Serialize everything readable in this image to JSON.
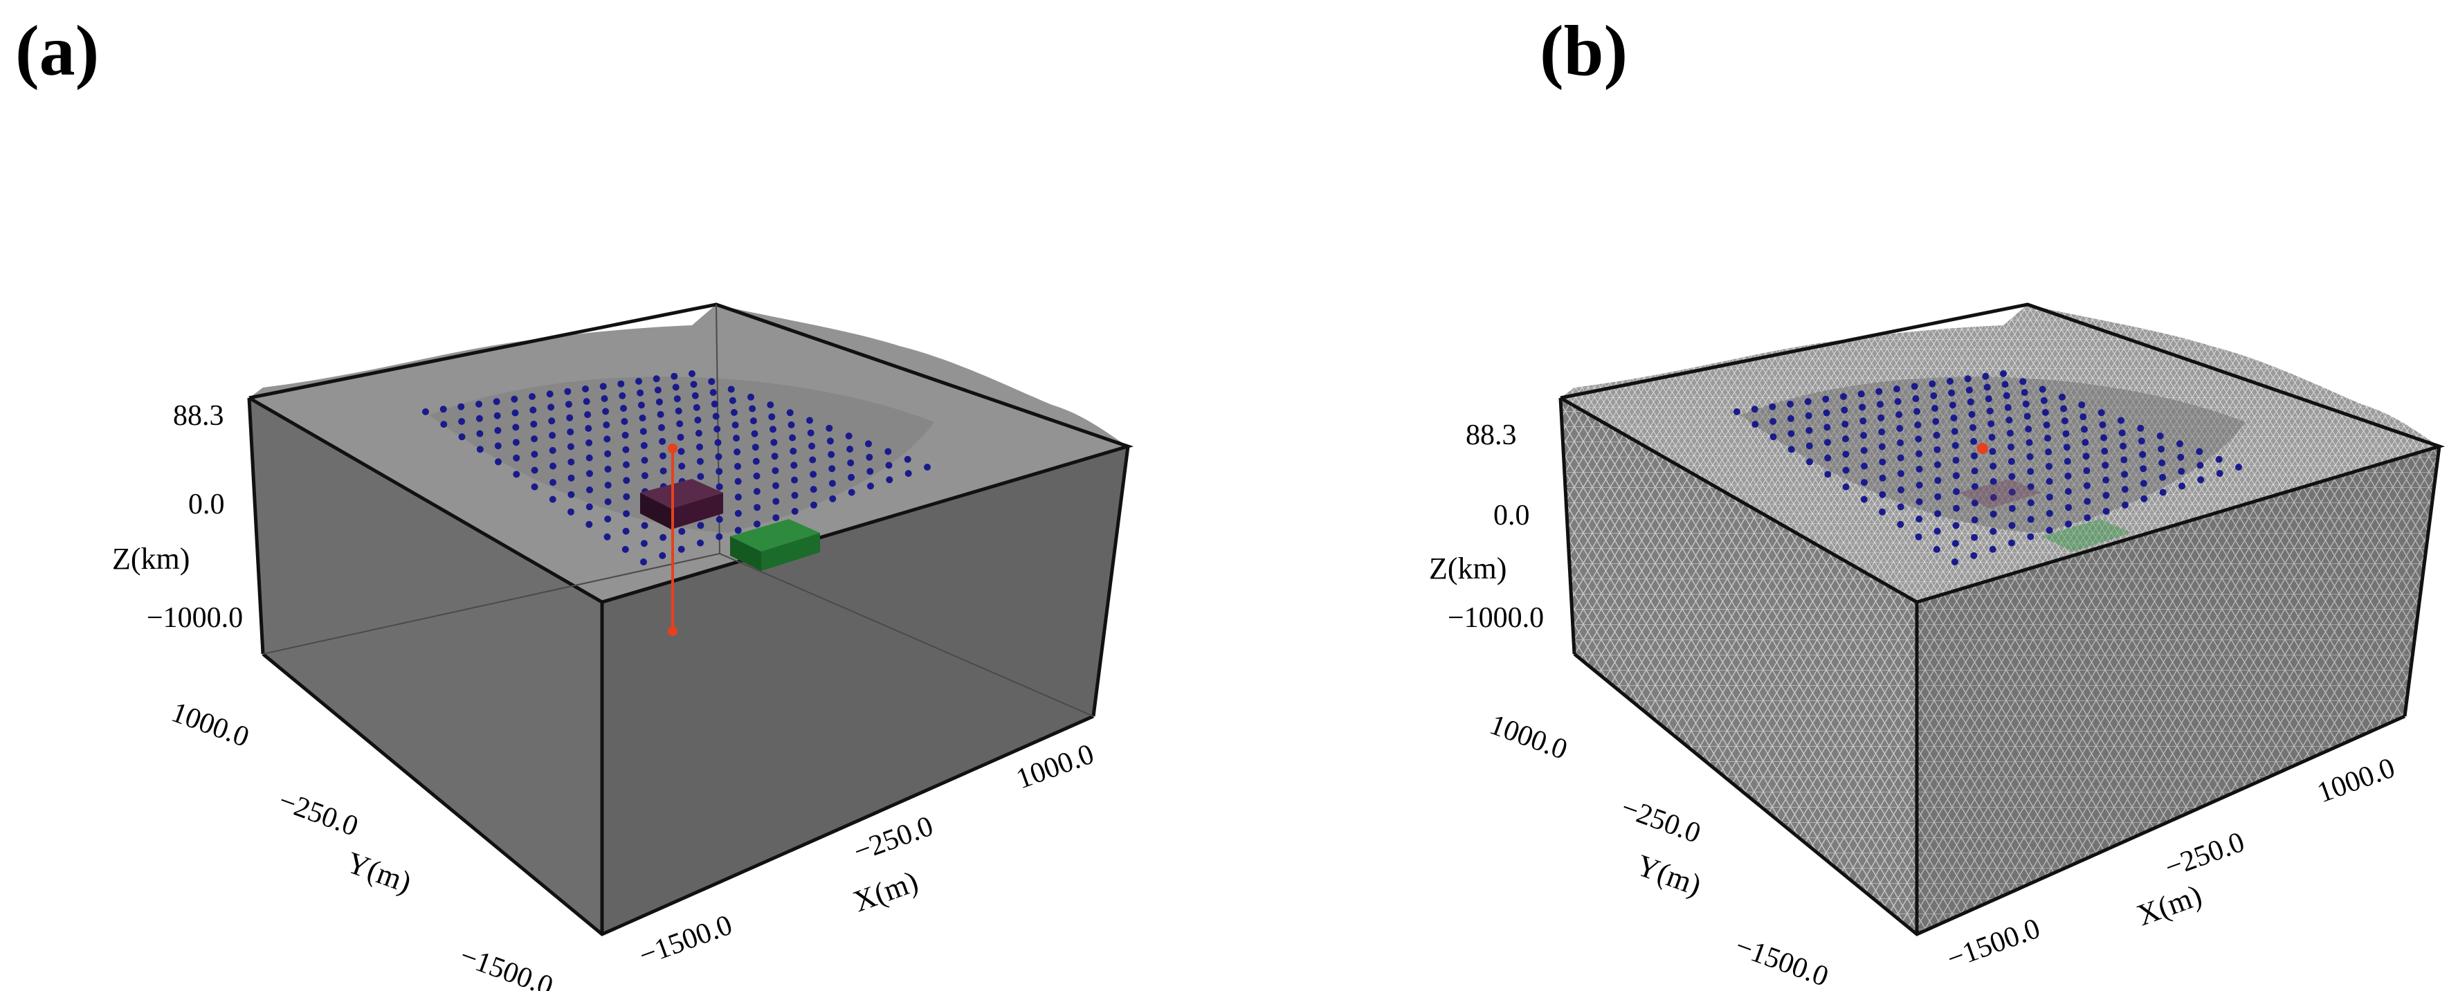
{
  "figure": {
    "panels": [
      {
        "id": "a",
        "label": "(a)",
        "style": "solid",
        "z_axis": {
          "title": "Z(km)",
          "ticks": [
            "88.3",
            "0.0",
            "−1000.0"
          ]
        },
        "y_axis": {
          "title": "Y(m)",
          "ticks": [
            "1000.0",
            "−250.0",
            "−1500.0"
          ]
        },
        "x_axis": {
          "title": "X(m)",
          "ticks": [
            "−1500.0",
            "−250.0",
            "1000.0"
          ]
        }
      },
      {
        "id": "b",
        "label": "(b)",
        "style": "mesh",
        "z_axis": {
          "title": "Z(km)",
          "ticks": [
            "88.3",
            "0.0",
            "−1000.0"
          ]
        },
        "y_axis": {
          "title": "Y(m)",
          "ticks": [
            "1000.0",
            "−250.0",
            "−1500.0"
          ]
        },
        "x_axis": {
          "title": "X(m)",
          "ticks": [
            "−1500.0",
            "−250.0",
            "1000.0"
          ]
        }
      }
    ],
    "colors": {
      "solid_body": "#6b6b6b",
      "terrain": "#8f8f8f",
      "mesh_body": "#7a7a7a",
      "mesh_line": "#c9c9c9",
      "station_dots": "#1a1a8c",
      "source_line": "#e8401c",
      "dark_block": "#3a1a3a",
      "green_block": "#1e6b2a",
      "frame": "#111111"
    }
  }
}
